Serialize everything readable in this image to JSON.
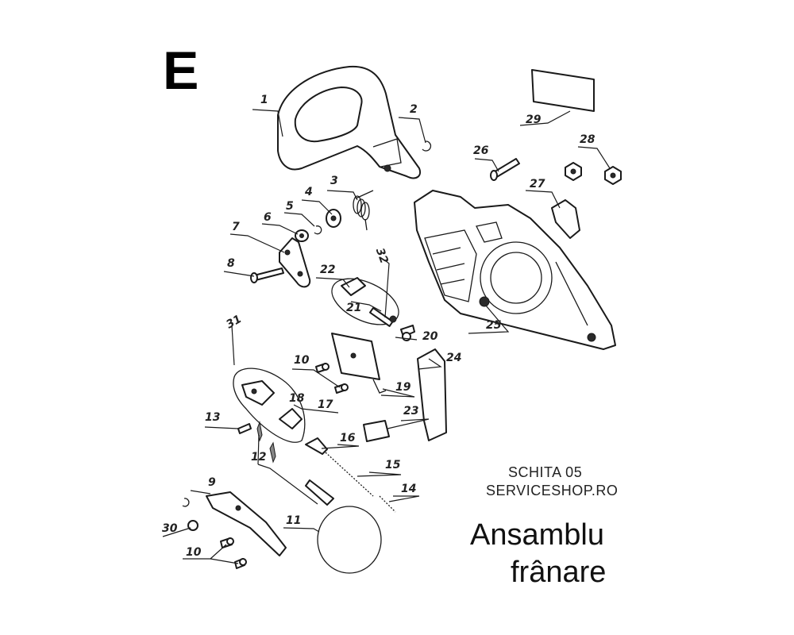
{
  "section_letter": "E",
  "schita": "SCHITA 05",
  "shop": "SERVICESHOP.RO",
  "title_line1": "Ansamblu",
  "title_line2": "frânare",
  "callouts": [
    "1",
    "2",
    "3",
    "4",
    "5",
    "6",
    "7",
    "8",
    "9",
    "10",
    "10",
    "10",
    "11",
    "12",
    "13",
    "14",
    "15",
    "16",
    "17",
    "18",
    "19",
    "20",
    "21",
    "22",
    "23",
    "24",
    "25",
    "26",
    "27",
    "28",
    "29",
    "30",
    "31",
    "32"
  ]
}
